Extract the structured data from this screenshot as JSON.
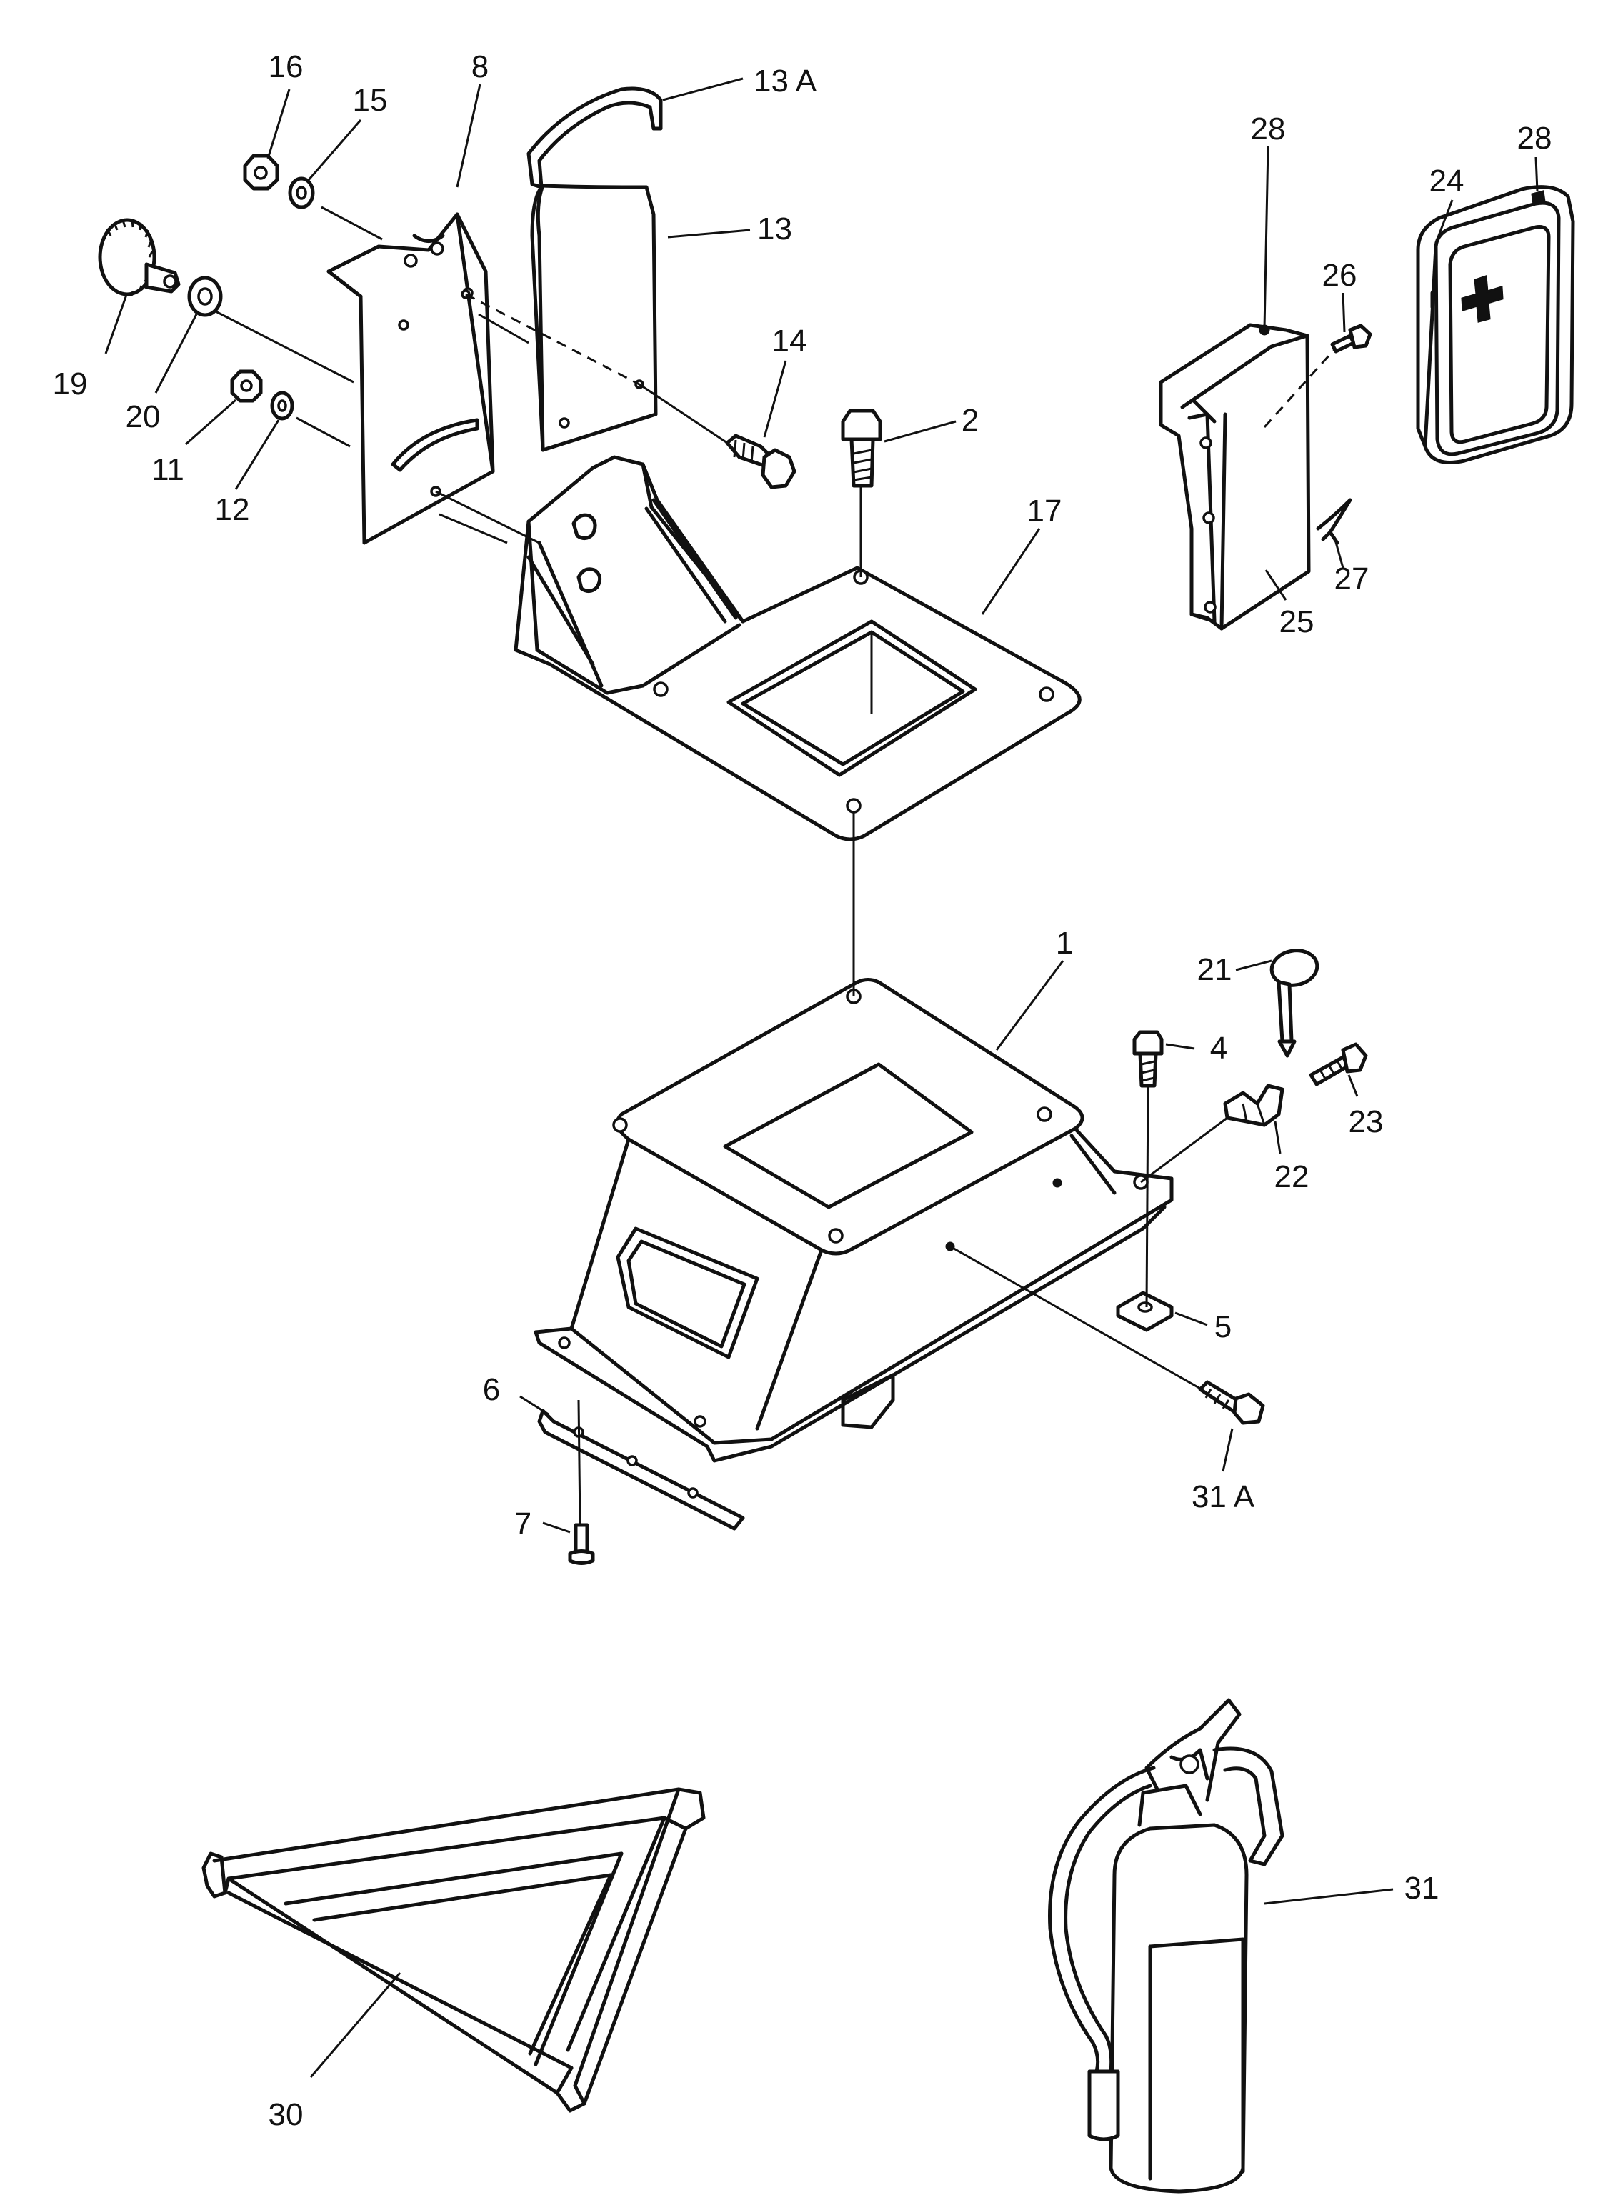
{
  "callouts": {
    "c1": "1",
    "c2": "2",
    "c4": "4",
    "c5": "5",
    "c6": "6",
    "c7": "7",
    "c8": "8",
    "c11": "11",
    "c12": "12",
    "c13": "13",
    "c13a": "13 A",
    "c14": "14",
    "c15": "15",
    "c16": "16",
    "c17": "17",
    "c19": "19",
    "c20": "20",
    "c21": "21",
    "c22": "22",
    "c23": "23",
    "c24": "24",
    "c25": "25",
    "c26": "26",
    "c27": "27",
    "c28a": "28",
    "c28b": "28",
    "c30": "30",
    "c31": "31",
    "c31a": "31 A"
  },
  "icons": {
    "first_aid_symbol": "cross-icon"
  }
}
